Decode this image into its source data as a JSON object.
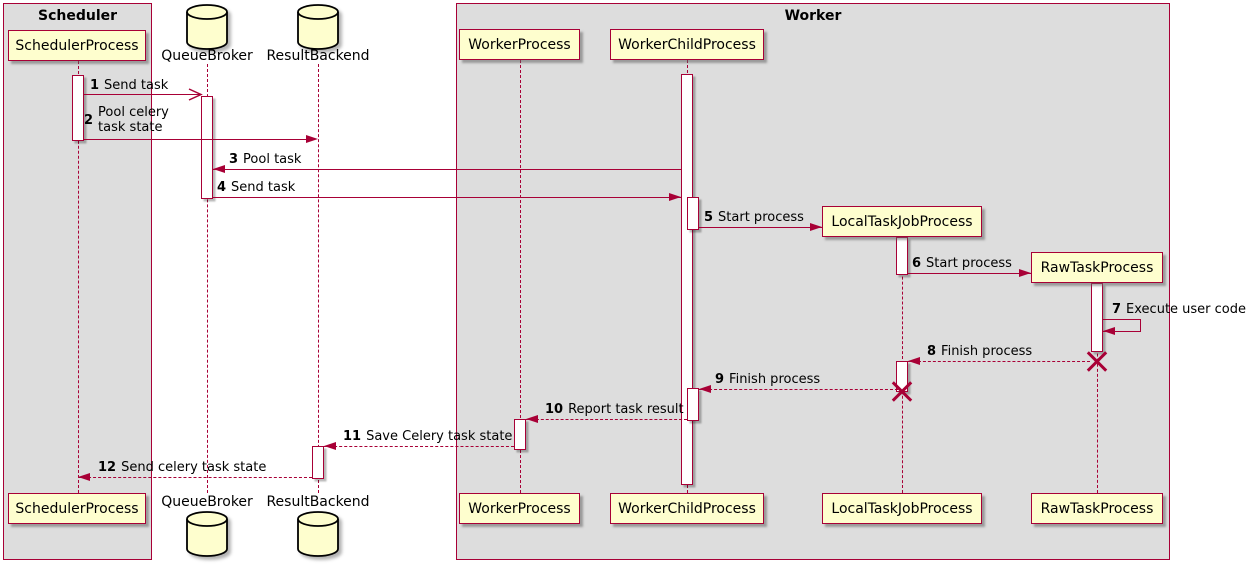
{
  "diagram": {
    "groups": [
      {
        "title": "Scheduler"
      },
      {
        "title": "Worker"
      }
    ],
    "participants": {
      "scheduler_process": {
        "label": "SchedulerProcess",
        "type": "participant"
      },
      "queue_broker": {
        "label": "QueueBroker",
        "type": "database"
      },
      "result_backend": {
        "label": "ResultBackend",
        "type": "database"
      },
      "worker_process": {
        "label": "WorkerProcess",
        "type": "participant"
      },
      "worker_child_process": {
        "label": "WorkerChildProcess",
        "type": "participant"
      },
      "local_task_job_process": {
        "label": "LocalTaskJobProcess",
        "type": "participant"
      },
      "raw_task_process": {
        "label": "RawTaskProcess",
        "type": "participant"
      }
    },
    "messages": [
      {
        "num": "1",
        "text": "Send task"
      },
      {
        "num": "2",
        "text": "Pool celery\ntask state"
      },
      {
        "num": "3",
        "text": "Pool task"
      },
      {
        "num": "4",
        "text": "Send task"
      },
      {
        "num": "5",
        "text": "Start process"
      },
      {
        "num": "6",
        "text": "Start process"
      },
      {
        "num": "7",
        "text": "Execute user code"
      },
      {
        "num": "8",
        "text": "Finish process"
      },
      {
        "num": "9",
        "text": "Finish process"
      },
      {
        "num": "10",
        "text": "Report task result"
      },
      {
        "num": "11",
        "text": "Save Celery task state"
      },
      {
        "num": "12",
        "text": "Send celery task state"
      }
    ],
    "colors": {
      "border": "#A80036",
      "participant_fill": "#FEFECE",
      "group_fill": "#DDDDDD",
      "text": "#000000"
    }
  }
}
